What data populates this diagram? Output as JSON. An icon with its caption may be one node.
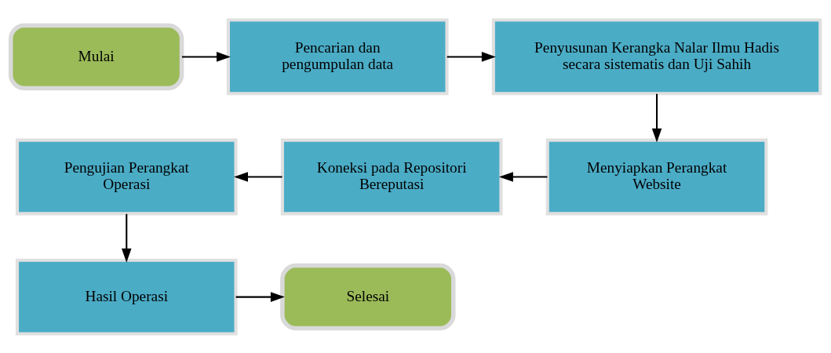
{
  "diagram": {
    "nodes": [
      {
        "text": [
          "Mulai"
        ]
      },
      {
        "text": [
          "Pencarian dan pengumpulan data"
        ]
      },
      {
        "text": [
          "Penyusunan Kerangka Nalar Ilmu Hadis secara sistematis dan Uji Sahih"
        ]
      },
      {
        "text": [
          "Menyiapkan Perangkat Website"
        ]
      },
      {
        "text": [
          "Koneksi pada Repositori Bereputasi"
        ]
      },
      {
        "text": [
          "Pengujian Perangkat Operasi"
        ]
      },
      {
        "text": [
          "Hasil Operasi"
        ]
      },
      {
        "text": [
          "Selesai"
        ]
      }
    ],
    "edges": [
      {
        "from": 0,
        "to": 1,
        "arrow": "to"
      },
      {
        "from": 1,
        "to": 2,
        "arrow": "to"
      },
      {
        "from": 2,
        "to": 3,
        "arrow": "to"
      },
      {
        "from": 3,
        "to": 4,
        "arrow": "to"
      },
      {
        "from": 4,
        "to": 5,
        "arrow": "to"
      },
      {
        "from": 5,
        "to": 6,
        "arrow": "to"
      },
      {
        "from": 6,
        "to": 7,
        "arrow": "to"
      }
    ]
  }
}
